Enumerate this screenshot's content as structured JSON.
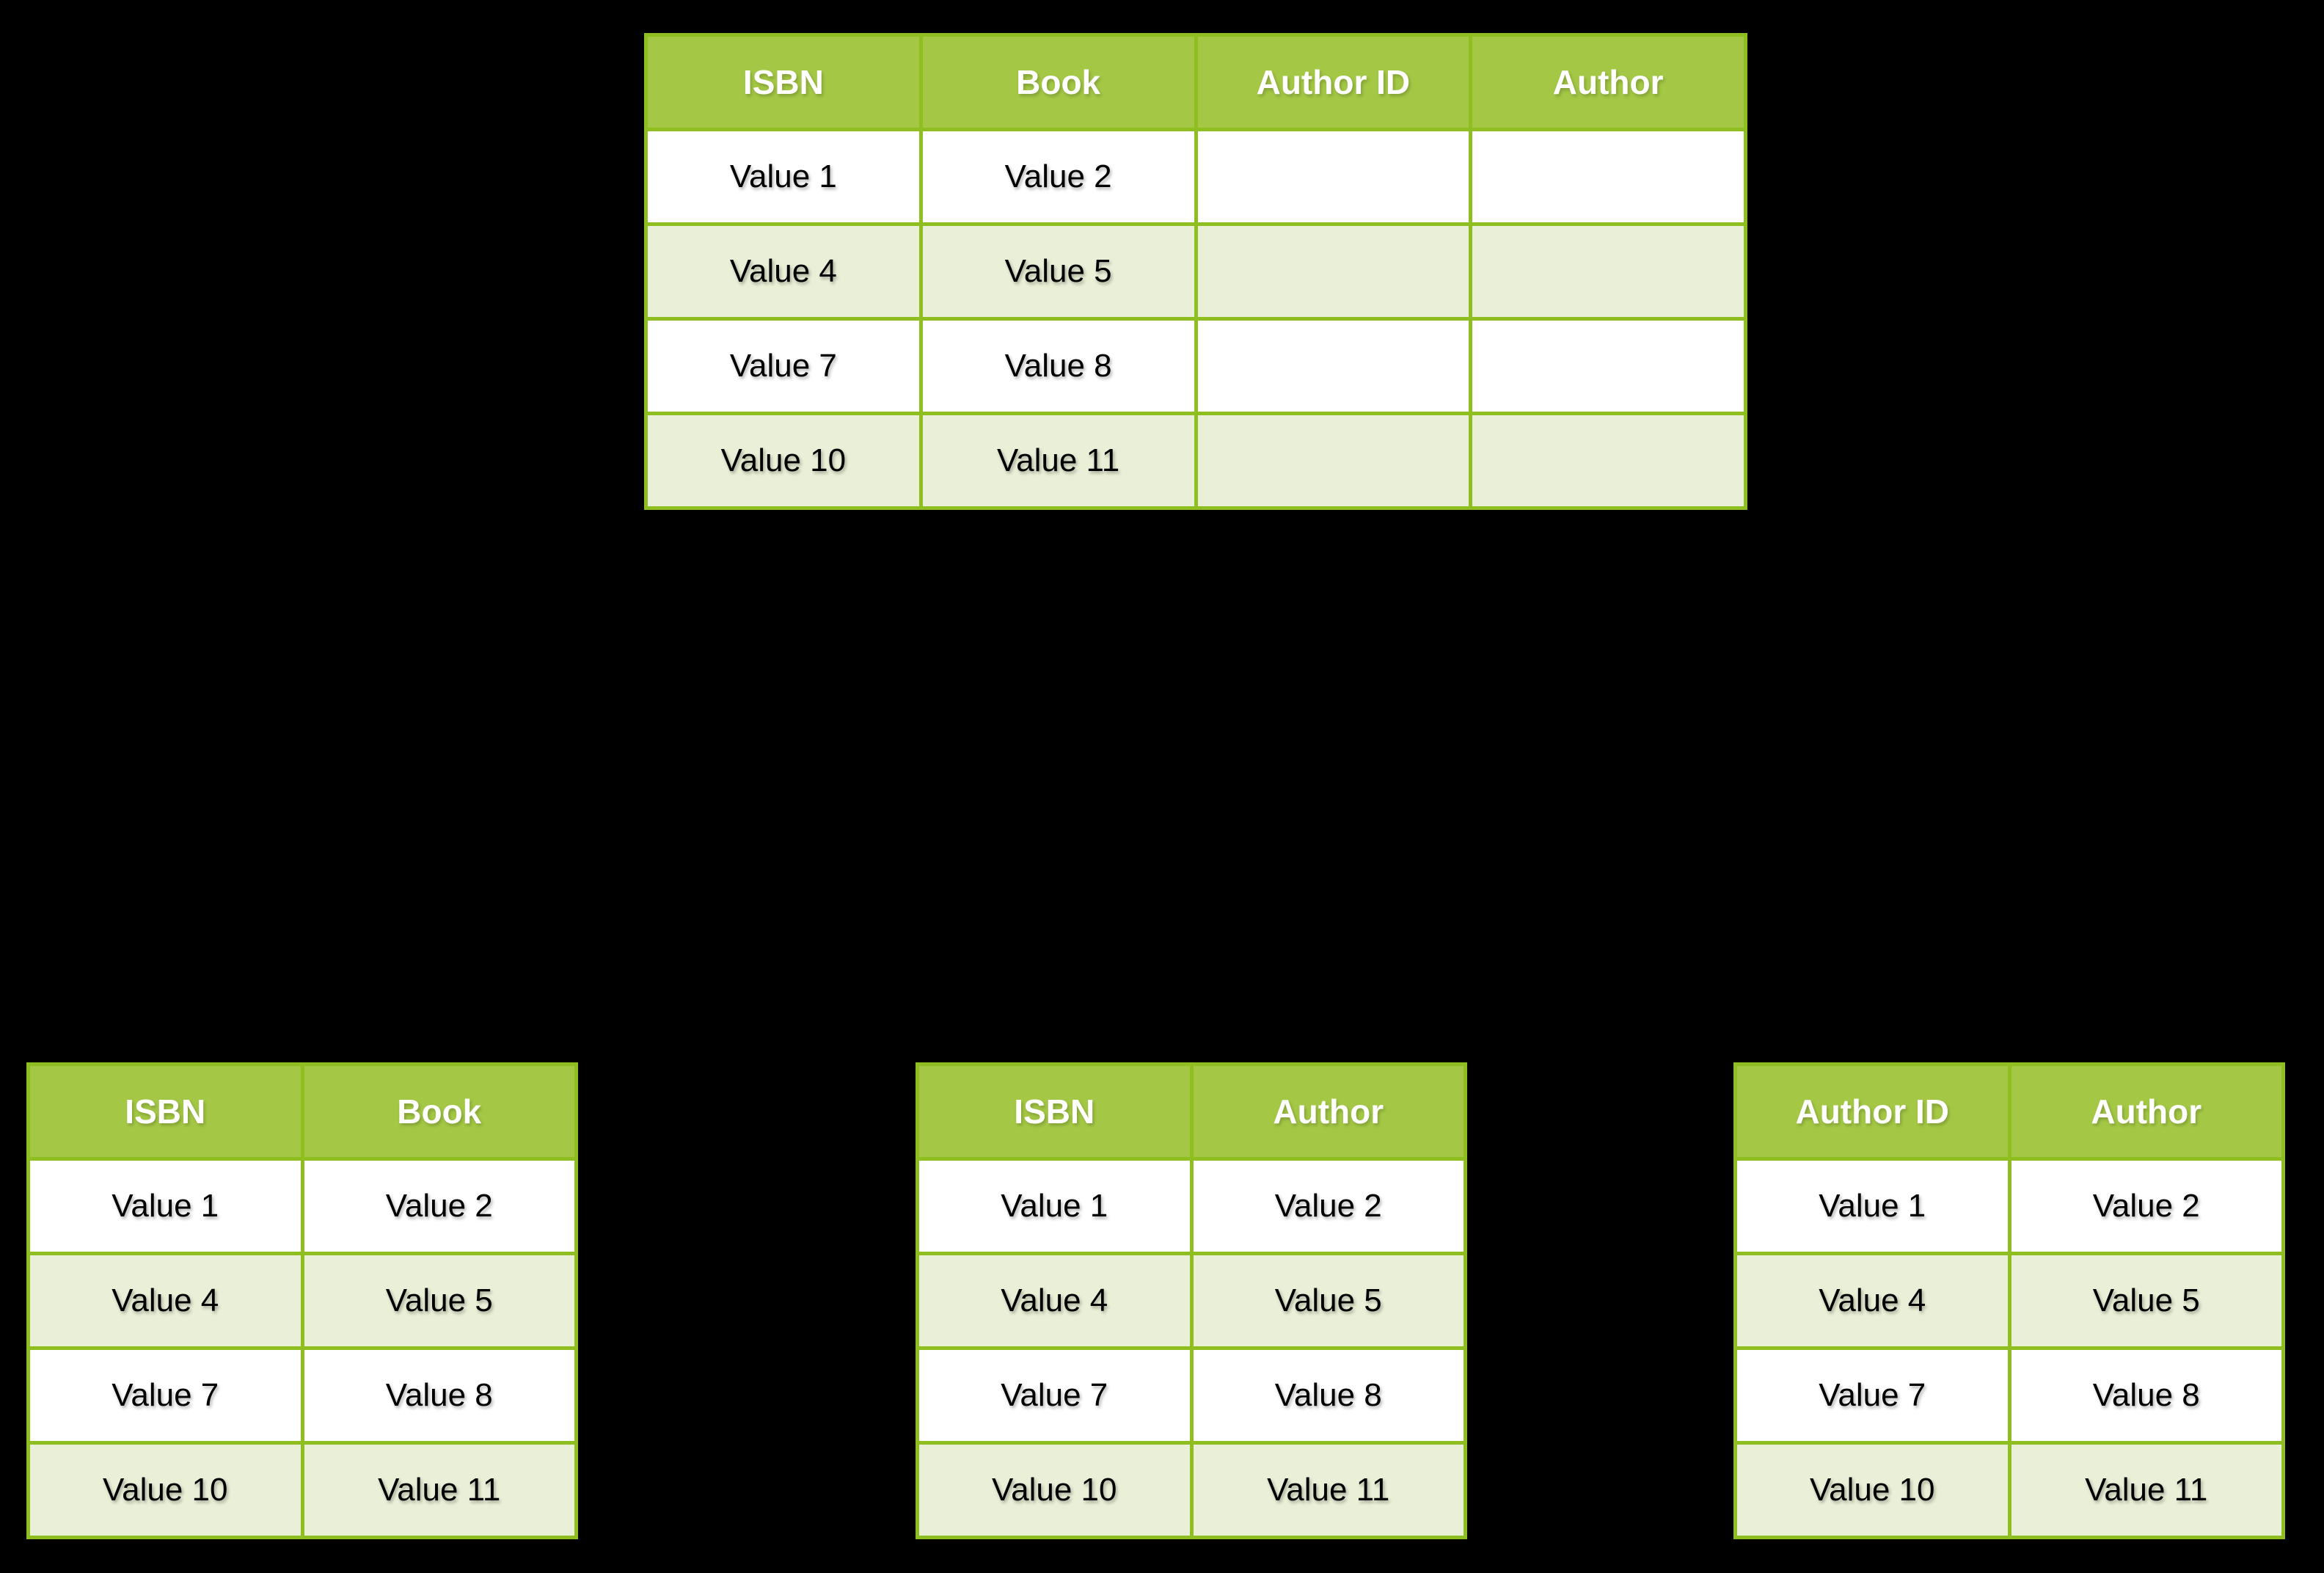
{
  "canvas": {
    "background": "#000000"
  },
  "colors": {
    "table_border_green": "#8FBE21",
    "header_fill_green": "#A4C845",
    "banded_row_green": "#EAF0D7",
    "row_fill_white": "#FFFFFF",
    "header_text": "#FFFFFF",
    "cell_text": "#000000"
  },
  "tables": [
    {
      "id": "table-unnormalized",
      "headers": [
        "ISBN",
        "Book",
        "Author ID",
        "Author"
      ],
      "rows": [
        [
          "Value 1",
          "Value 2",
          "",
          ""
        ],
        [
          "Value 4",
          "Value 5",
          "",
          ""
        ],
        [
          "Value 7",
          "Value 8",
          "",
          ""
        ],
        [
          "Value 10",
          "Value 11",
          "",
          ""
        ]
      ]
    },
    {
      "id": "table-isbn-book",
      "headers": [
        "ISBN",
        "Book"
      ],
      "rows": [
        [
          "Value 1",
          "Value 2"
        ],
        [
          "Value 4",
          "Value 5"
        ],
        [
          "Value 7",
          "Value 8"
        ],
        [
          "Value 10",
          "Value 11"
        ]
      ]
    },
    {
      "id": "table-isbn-author",
      "headers": [
        "ISBN",
        "Author"
      ],
      "rows": [
        [
          "Value 1",
          "Value 2"
        ],
        [
          "Value 4",
          "Value 5"
        ],
        [
          "Value 7",
          "Value 8"
        ],
        [
          "Value 10",
          "Value 11"
        ]
      ]
    },
    {
      "id": "table-authorid-author",
      "headers": [
        "Author ID",
        "Author"
      ],
      "rows": [
        [
          "Value 1",
          "Value 2"
        ],
        [
          "Value 4",
          "Value 5"
        ],
        [
          "Value 7",
          "Value 8"
        ],
        [
          "Value 10",
          "Value 11"
        ]
      ]
    }
  ]
}
